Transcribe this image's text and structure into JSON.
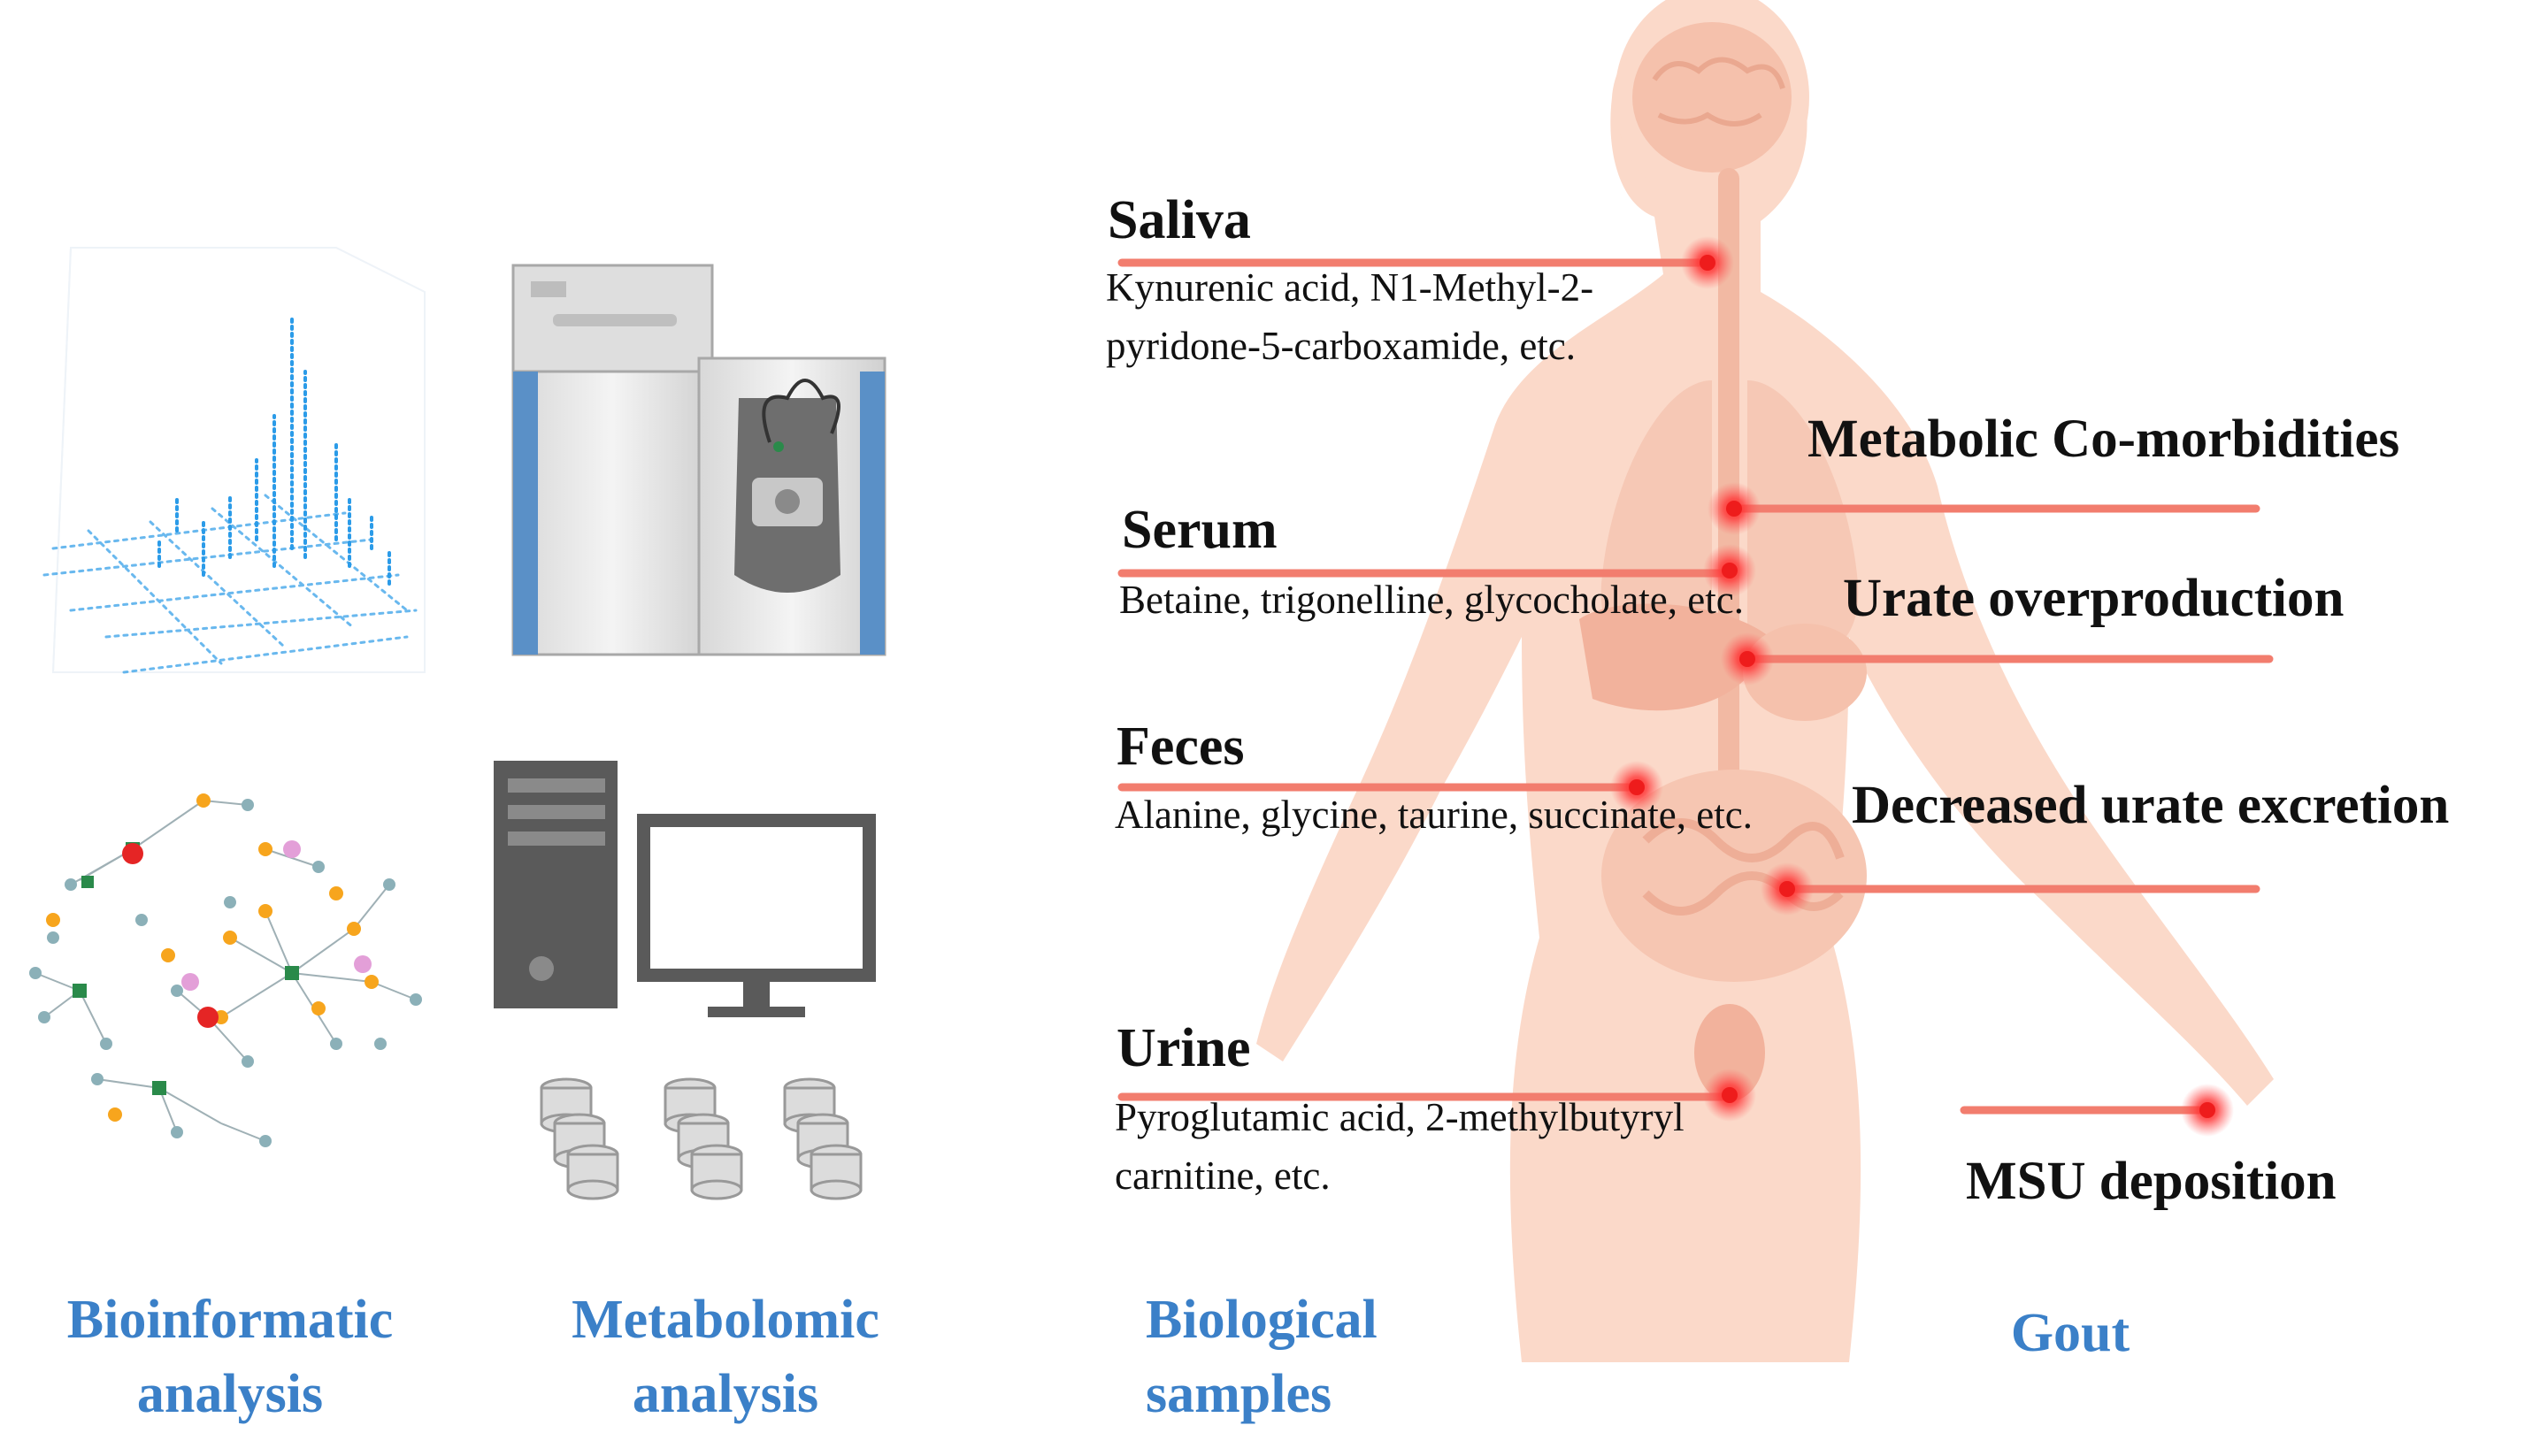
{
  "columns": {
    "bioinformatic": "Bioinformatic analysis",
    "metabolomic": "Metabolomic analysis",
    "biological": "Biological samples",
    "gout": "Gout"
  },
  "samples": [
    {
      "name": "Saliva",
      "metabolites": "Kynurenic acid, N1-Methyl-2-pyridone-5-carboxamide, etc."
    },
    {
      "name": "Serum",
      "metabolites": "Betaine, trigonelline, glycocholate, etc."
    },
    {
      "name": "Feces",
      "metabolites": "Alanine, glycine, taurine, succinate, etc."
    },
    {
      "name": "Urine",
      "metabolites": "Pyroglutamic acid, 2-methylbutyryl carnitine, etc."
    }
  ],
  "gout_factors": [
    "Metabolic Co-morbidities",
    "Urate overproduction",
    "Decreased urate excretion",
    "MSU deposition"
  ],
  "colors": {
    "caption": "#3b80c8",
    "body": "#fbd9c9",
    "organ": "#f5c1ac",
    "marker": "#ee1c1c",
    "connector": "#f27d6e"
  }
}
